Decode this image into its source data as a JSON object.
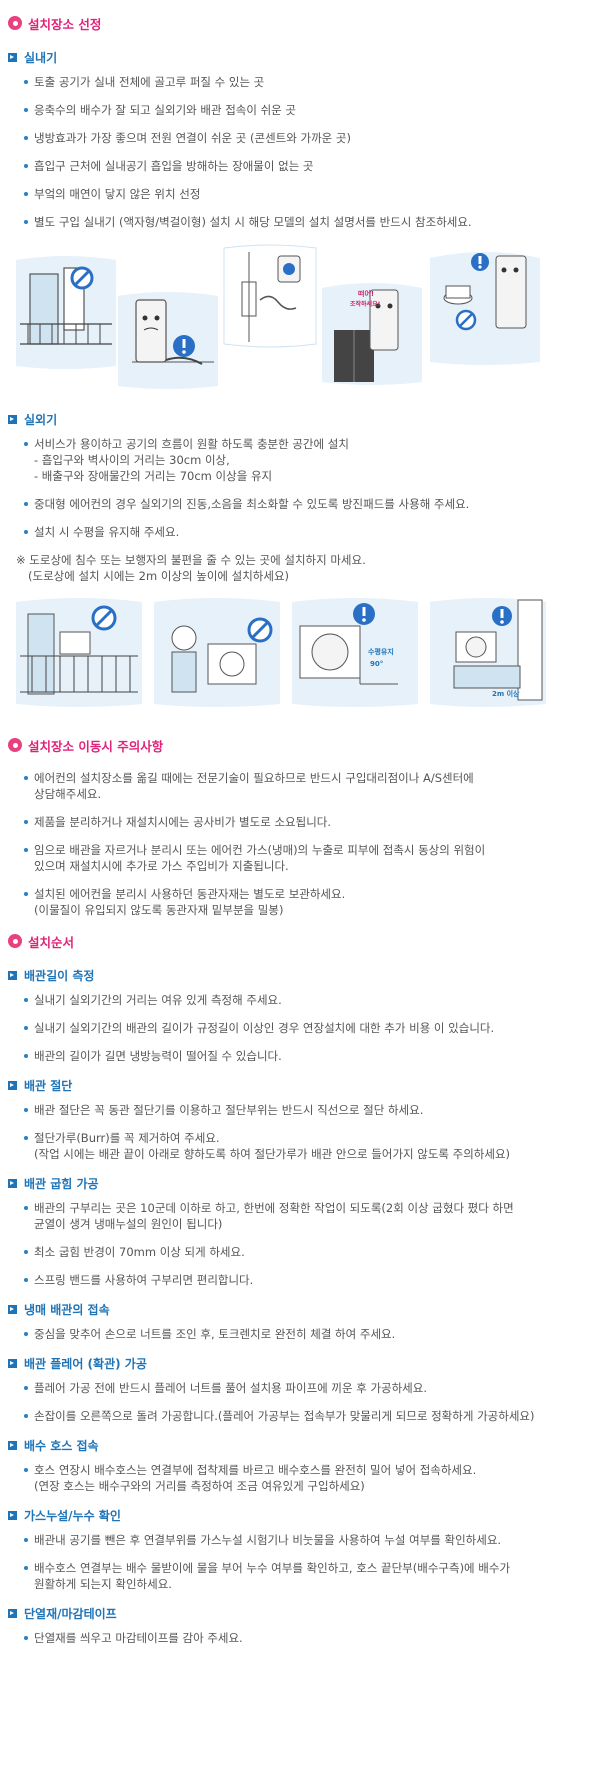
{
  "s1": {
    "title": "설치장소 선정",
    "indoor": {
      "title": "실내기",
      "items": [
        "토출 공기가 실내 전체에 골고루 퍼질 수 있는 곳",
        "응축수의 배수가 잘 되고 실외기와 배관 접속이 쉬운 곳",
        "냉방효과가 가장 좋으며 전원 연결이 쉬운 곳 (콘센트와 가까운 곳)",
        "흡입구 근처에 실내공기 흡입을 방해하는 장애물이 없는 곳",
        "부엌의 매연이 닿지 않은 위치 선정",
        "별도 구입 실내기 (액자형/벽걸이형) 설치 시 해당 모델의 설치 설명서를 반드시 참조하세요."
      ],
      "illus_text": [
        "떠어!",
        "조작하세요!"
      ]
    },
    "outdoor": {
      "title": "실외기",
      "item1": [
        "서비스가 용이하고 공기의 흐름이 원활 하도록 충분한 공간에 설치",
        "- 흡입구와 벽사이의 거리는 30cm 이상,",
        "- 배출구와 장애물간의 거리는 70cm 이상을 유지"
      ],
      "item2": "중대형 에어컨의 경우 실외기의 진동,소음을 최소화할 수 있도록 방진패드를 사용해 주세요.",
      "item3": "설치 시 수평을 유지해 주세요.",
      "note": [
        "※ 도로상에 침수 또는 보행자의 불편을 줄 수 있는 곳에 설치하지 마세요.",
        "(도로상에 설치 시에는 2m 이상의 높이에 설치하세요)"
      ],
      "illus_text": [
        "수평유지",
        "90°",
        "2m 이상"
      ]
    }
  },
  "s2": {
    "title": "설치장소 이동시 주의사항",
    "items": [
      [
        "에어컨의 설치장소를 옮길 때에는 전문기술이 필요하므로 반드시 구입대리점이나 A/S센터에",
        "상담해주세요."
      ],
      [
        "제품을 분리하거나 재설치시에는 공사비가 별도로 소요됩니다."
      ],
      [
        "임으로 배관을 자르거나 분리시 또는 에어컨 가스(냉매)의 누출로 피부에 접촉시 동상의 위험이",
        "있으며 재설치시에 추가로 가스 주입비가 지출됩니다."
      ],
      [
        "설치된 에어컨을 분리시 사용하던 동관자재는 별도로 보관하세요.",
        "(이물질이 유입되지 않도록 동관자재 밑부분을 밀봉)"
      ]
    ]
  },
  "s3": {
    "title": "설치순서",
    "groups": [
      {
        "title": "배관길이 측정",
        "items": [
          [
            "실내기 실외기간의 거리는 여유 있게 측정해 주세요."
          ],
          [
            "실내기 실외기간의 배관의 길이가 규정길이 이상인 경우 연장설치에 대한 추가 비용 이 있습니다."
          ],
          [
            "배관의 길이가 길면 냉방능력이 떨어질 수 있습니다."
          ]
        ]
      },
      {
        "title": "배관 절단",
        "items": [
          [
            "배관 절단은 꼭 동관 절단기를 이용하고 절단부위는 반드시 직선으로 절단 하세요."
          ],
          [
            "절단가루(Burr)를 꼭 제거하여 주세요.",
            "(작업 시에는 배관 끝이 아래로 향하도록 하여 절단가루가 배관 안으로 들어가지 않도록 주의하세요)"
          ]
        ]
      },
      {
        "title": "배관 굽힘 가공",
        "items": [
          [
            "배관의 구부리는 곳은 10군데 이하로 하고, 한번에 정확한 작업이 되도록(2회 이상 굽혔다 폈다 하면",
            "균열이 생겨 냉매누설의 원인이 됩니다)"
          ],
          [
            "최소 굽힘 반경이 70mm 이상 되게 하세요."
          ],
          [
            "스프링 밴드를 사용하여 구부리면 편리합니다."
          ]
        ]
      },
      {
        "title": "냉매 배관의 접속",
        "items": [
          [
            "중심을 맞추어 손으로 너트를 조인 후, 토크렌치로 완전히 체결 하여 주세요."
          ]
        ]
      },
      {
        "title": "배관 플레어 (확관) 가공",
        "items": [
          [
            "플레어 가공 전에 반드시 플레어 너트를 풀어 설치용 파이프에 끼운 후 가공하세요."
          ],
          [
            "손잡이를 오른쪽으로 돌려 가공합니다.(플레어 가공부는 접속부가 맞물리게 되므로 정확하게 가공하세요)"
          ]
        ]
      },
      {
        "title": "배수 호스 접속",
        "items": [
          [
            "호스 연장시 배수호스는 연결부에 접착제를 바르고 배수호스를 완전히 밀어 넣어 접속하세요.",
            "(연장 호스는 배수구와의 거리를 측정하여 조금 여유있게 구입하세요)"
          ]
        ]
      },
      {
        "title": "가스누설/누수 확인",
        "items": [
          [
            "배관내 공기를 뺀은 후 연결부위를 가스누설 시험기나 비눗물을 사용하여 누설 여부를 확인하세요."
          ],
          [
            "배수호스 연결부는 배수 물받이에 물을 부어 누수 여부를 확인하고, 호스 끝단부(배수구측)에 배수가",
            "원활하게 되는지 확인하세요."
          ]
        ]
      },
      {
        "title": "단열재/마감테이프",
        "items": [
          [
            "단열재를 씌우고 마감테이프를 감아 주세요."
          ]
        ]
      }
    ]
  }
}
